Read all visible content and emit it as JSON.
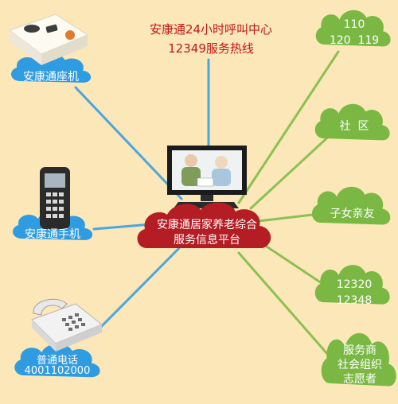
{
  "hotline": {
    "line1": "安康通24小时呼叫中心",
    "line2": "12349服务热线"
  },
  "center": {
    "line1": "安康通居家养老综合",
    "line2": "服务信息平台"
  },
  "devices": [
    {
      "label": "安康通座机",
      "icon": "landline-terminal"
    },
    {
      "label": "安康通手机",
      "icon": "elder-mobile-phone"
    },
    {
      "label1": "普通电话",
      "label2": "4001102000",
      "icon": "desk-telephone"
    }
  ],
  "groups": [
    {
      "line1": "110",
      "line2": "120  119"
    },
    {
      "line1": "社  区"
    },
    {
      "line1": "子女亲友"
    },
    {
      "line1": "12320",
      "line2": "12348"
    },
    {
      "line1": "服务商",
      "line2": "社会组织",
      "line3": "志愿者"
    }
  ],
  "colors": {
    "background": "#fbe7b7",
    "hotline_text": "#c31616",
    "blue_cloud": "#2f9be0",
    "green_cloud": "#7ab843",
    "red_cloud": "#b31d23",
    "blue_line": "#4aa6df",
    "green_line": "#8cc152"
  }
}
